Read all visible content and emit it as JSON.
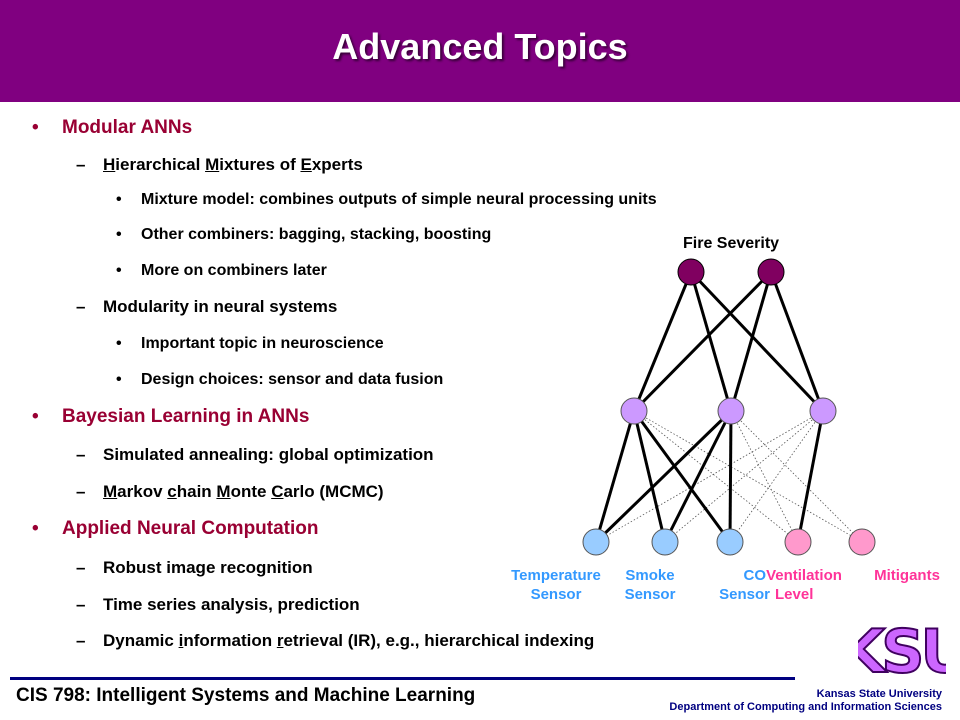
{
  "slide": {
    "title": "Advanced Topics",
    "bullet_char": "•",
    "dash_char": "–",
    "lines": [
      {
        "segments": [
          "Modular ANNs"
        ]
      },
      {
        "segments": [
          "",
          "H",
          "ierarchical ",
          "M",
          "ixtures of ",
          "E",
          "xperts"
        ]
      },
      {
        "segments": [
          "Mixture model: combines outputs of simple neural processing units"
        ]
      },
      {
        "segments": [
          "Other combiners: bagging, stacking, boosting"
        ]
      },
      {
        "segments": [
          "More on combiners later"
        ]
      },
      {
        "segments": [
          "Modularity in neural systems"
        ]
      },
      {
        "segments": [
          "Important topic in neuroscience"
        ]
      },
      {
        "segments": [
          "Design choices: sensor and data fusion"
        ]
      },
      {
        "segments": [
          "Bayesian Learning in ANNs"
        ]
      },
      {
        "segments": [
          "Simulated annealing: global optimization"
        ]
      },
      {
        "segments": [
          "",
          "M",
          "arkov ",
          "c",
          "hain ",
          "M",
          "onte ",
          "C",
          "arlo (MCMC)"
        ]
      },
      {
        "segments": [
          "Applied Neural Computation"
        ]
      },
      {
        "segments": [
          "Robust image recognition"
        ]
      },
      {
        "segments": [
          "Time series analysis, prediction"
        ]
      },
      {
        "segments": [
          "Dynamic ",
          "i",
          "nformation ",
          "r",
          "etrieval (IR), e.g., hierarchical indexing"
        ]
      }
    ]
  },
  "diagram": {
    "output_label": "Fire Severity",
    "inputs": [
      {
        "line1": "Temperature",
        "line2": "Sensor"
      },
      {
        "line1": "Smoke",
        "line2": "Sensor"
      },
      {
        "line1": "CO",
        "line2": "Sensor"
      },
      {
        "line1": "Ventilation",
        "line2": "Level"
      },
      {
        "line1": "Mitigants",
        "line2": ""
      }
    ],
    "colors": {
      "output_node": "#800060",
      "hidden_node": "#cc99ff",
      "sensor_node": "#99ccff",
      "control_node": "#ff99cc"
    }
  },
  "footer": {
    "course": "CIS 798: Intelligent Systems and Machine Learning",
    "university": "Kansas State University",
    "department": "Department of Computing and Information Sciences",
    "logo_text": "KSU"
  },
  "theme": {
    "title_bar": "#800080",
    "heading_color": "#990033",
    "footer_blue": "#000080"
  }
}
